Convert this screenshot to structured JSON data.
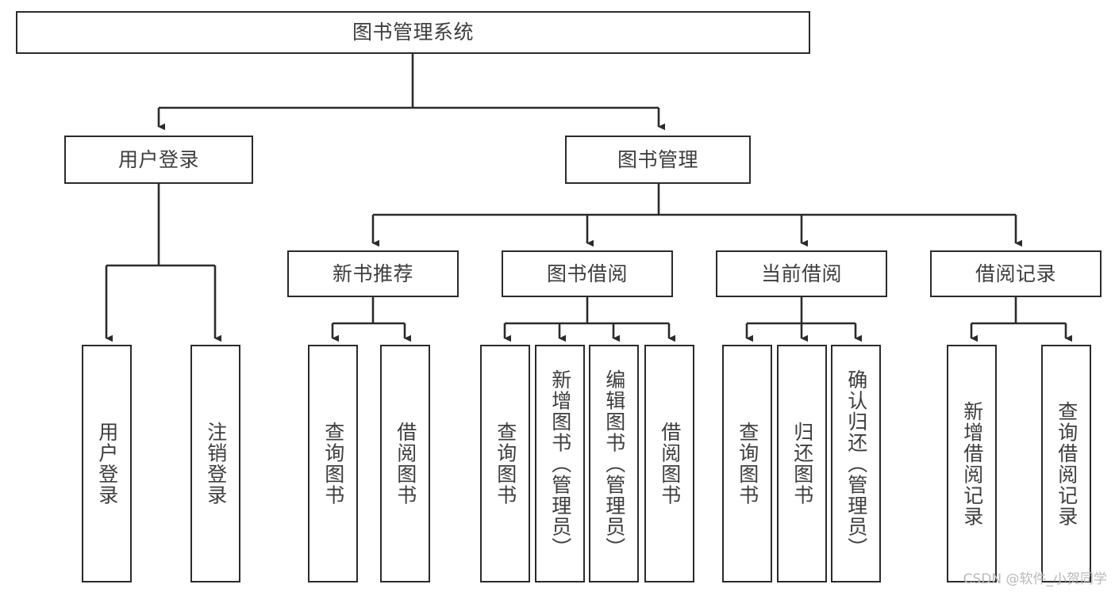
{
  "diagram": {
    "type": "tree-hierarchy",
    "title": "图书管理系统",
    "watermark": "CSDN @软件_小贺同学",
    "colors": {
      "border": "#2b2b2b",
      "text": "#3d3d3d",
      "background": "#ffffff",
      "edge": "#2b2b2b",
      "watermark": "#b9b9b9"
    },
    "root": {
      "id": "root",
      "label": "图书管理系统"
    },
    "level1": [
      {
        "id": "user-login",
        "label": "用户登录"
      },
      {
        "id": "book-manage",
        "label": "图书管理"
      }
    ],
    "level2": [
      {
        "id": "new-book-rec",
        "label": "新书推荐",
        "parent": "book-manage"
      },
      {
        "id": "book-borrow",
        "label": "图书借阅",
        "parent": "book-manage"
      },
      {
        "id": "current-borrow",
        "label": "当前借阅",
        "parent": "book-manage"
      },
      {
        "id": "borrow-record",
        "label": "借阅记录",
        "parent": "book-manage"
      }
    ],
    "leaves": [
      {
        "id": "leaf-user-login",
        "label": "用户登录",
        "parent": "user-login"
      },
      {
        "id": "leaf-user-logout",
        "label": "注销登录",
        "parent": "user-login"
      },
      {
        "id": "leaf-query-book-1",
        "label": "查询图书",
        "parent": "new-book-rec"
      },
      {
        "id": "leaf-borrow-book-1",
        "label": "借阅图书",
        "parent": "new-book-rec"
      },
      {
        "id": "leaf-query-book-2",
        "label": "查询图书",
        "parent": "book-borrow"
      },
      {
        "id": "leaf-add-book",
        "label": "新增图书（管理员）",
        "parent": "book-borrow"
      },
      {
        "id": "leaf-edit-book",
        "label": "编辑图书（管理员）",
        "parent": "book-borrow"
      },
      {
        "id": "leaf-borrow-book-2",
        "label": "借阅图书",
        "parent": "book-borrow"
      },
      {
        "id": "leaf-query-book-3",
        "label": "查询图书",
        "parent": "current-borrow"
      },
      {
        "id": "leaf-return-book",
        "label": "归还图书",
        "parent": "current-borrow"
      },
      {
        "id": "leaf-confirm-return",
        "label": "确认归还（管理员）",
        "parent": "current-borrow"
      },
      {
        "id": "leaf-add-record",
        "label": "新增借阅记录",
        "parent": "borrow-record"
      },
      {
        "id": "leaf-query-record",
        "label": "查询借阅记录",
        "parent": "borrow-record"
      }
    ]
  }
}
